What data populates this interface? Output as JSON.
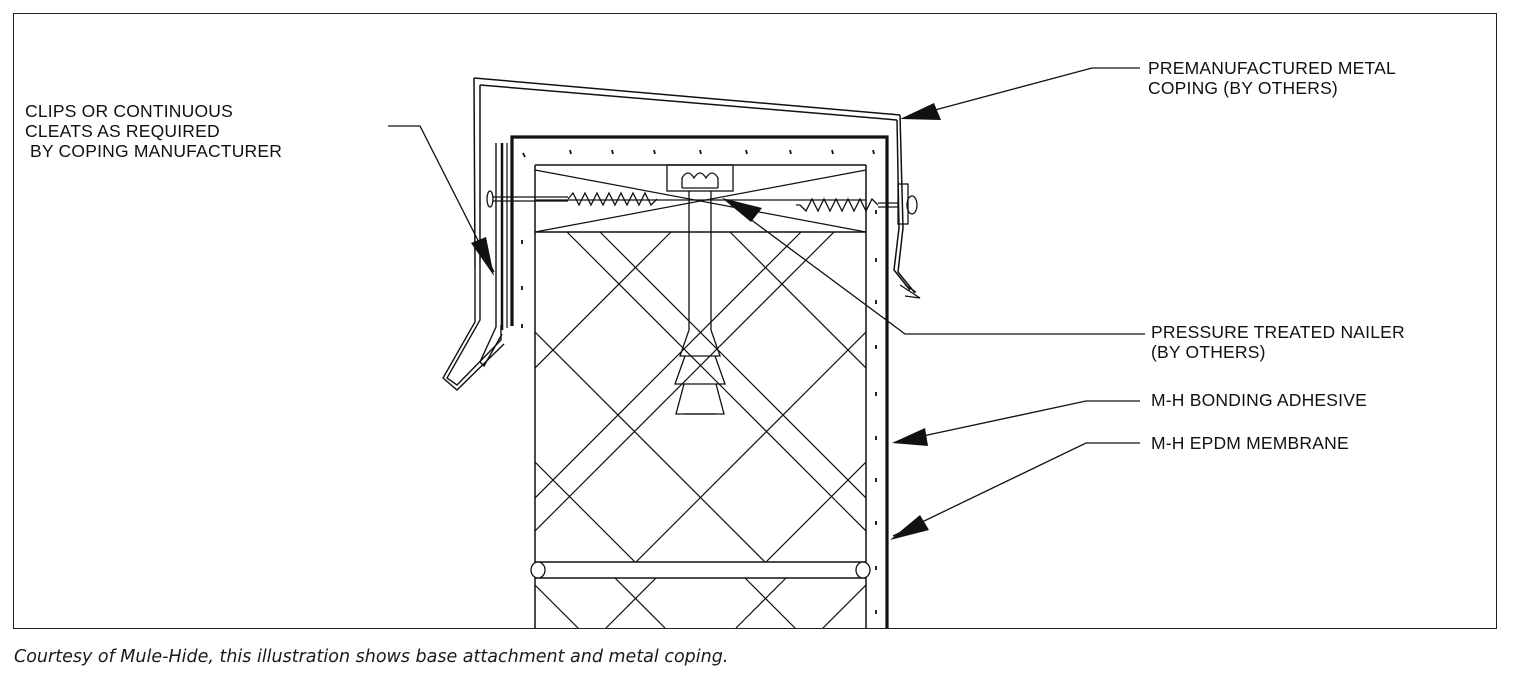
{
  "labels": {
    "coping": [
      "PREMANUFACTURED METAL",
      "COPING (BY OTHERS)"
    ],
    "clips": [
      "CLIPS OR CONTINUOUS",
      "CLEATS AS REQUIRED",
      " BY COPING MANUFACTURER"
    ],
    "nailer": [
      "PRESSURE TREATED NAILER",
      "(BY OTHERS)"
    ],
    "adhesive": "M-H BONDING ADHESIVE",
    "membrane": "M-H EPDM MEMBRANE"
  },
  "caption": "Courtesy of Mule-Hide, this illustration shows base attachment and metal coping.",
  "colors": {
    "line": "#111111",
    "background": "#ffffff"
  }
}
